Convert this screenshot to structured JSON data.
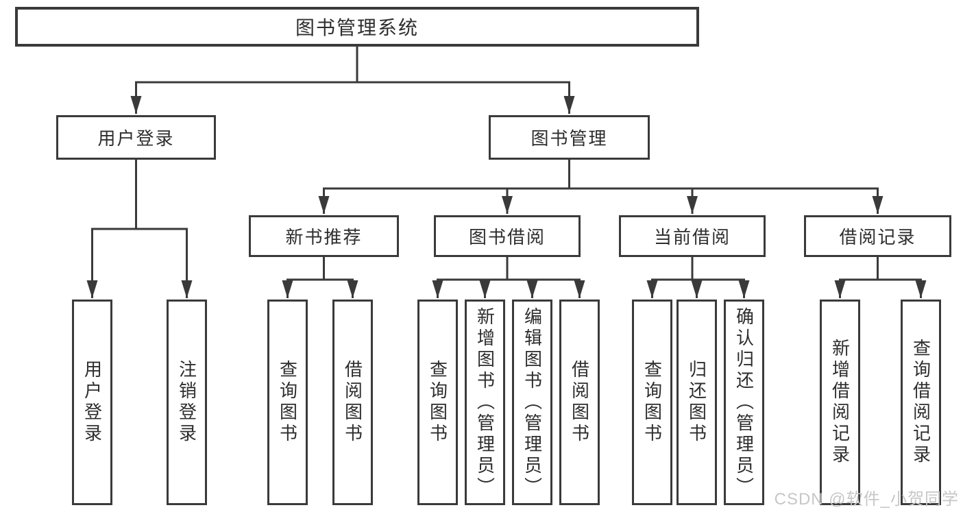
{
  "diagram": {
    "root": {
      "label": "图书管理系统"
    },
    "branches": [
      {
        "label": "用户登录",
        "children": [
          {
            "label": "用户登录"
          },
          {
            "label": "注销登录"
          }
        ]
      },
      {
        "label": "图书管理",
        "children": [
          {
            "label": "新书推荐",
            "children": [
              {
                "label": "查询图书"
              },
              {
                "label": "借阅图书"
              }
            ]
          },
          {
            "label": "图书借阅",
            "children": [
              {
                "label": "查询图书"
              },
              {
                "label": "新增图书（管理员）"
              },
              {
                "label": "编辑图书（管理员）"
              },
              {
                "label": "借阅图书"
              }
            ]
          },
          {
            "label": "当前借阅",
            "children": [
              {
                "label": "查询图书"
              },
              {
                "label": "归还图书"
              },
              {
                "label": "确认归还（管理员）"
              }
            ]
          },
          {
            "label": "借阅记录",
            "children": [
              {
                "label": "新增借阅记录"
              },
              {
                "label": "查询借阅记录"
              }
            ]
          }
        ]
      }
    ]
  },
  "watermark": {
    "text": "CSDN @软件_小贺同学"
  },
  "colors": {
    "line": "#3a3a3a",
    "text": "#2d2d2d",
    "watermark": "#c7c7c7",
    "background": "#ffffff"
  }
}
